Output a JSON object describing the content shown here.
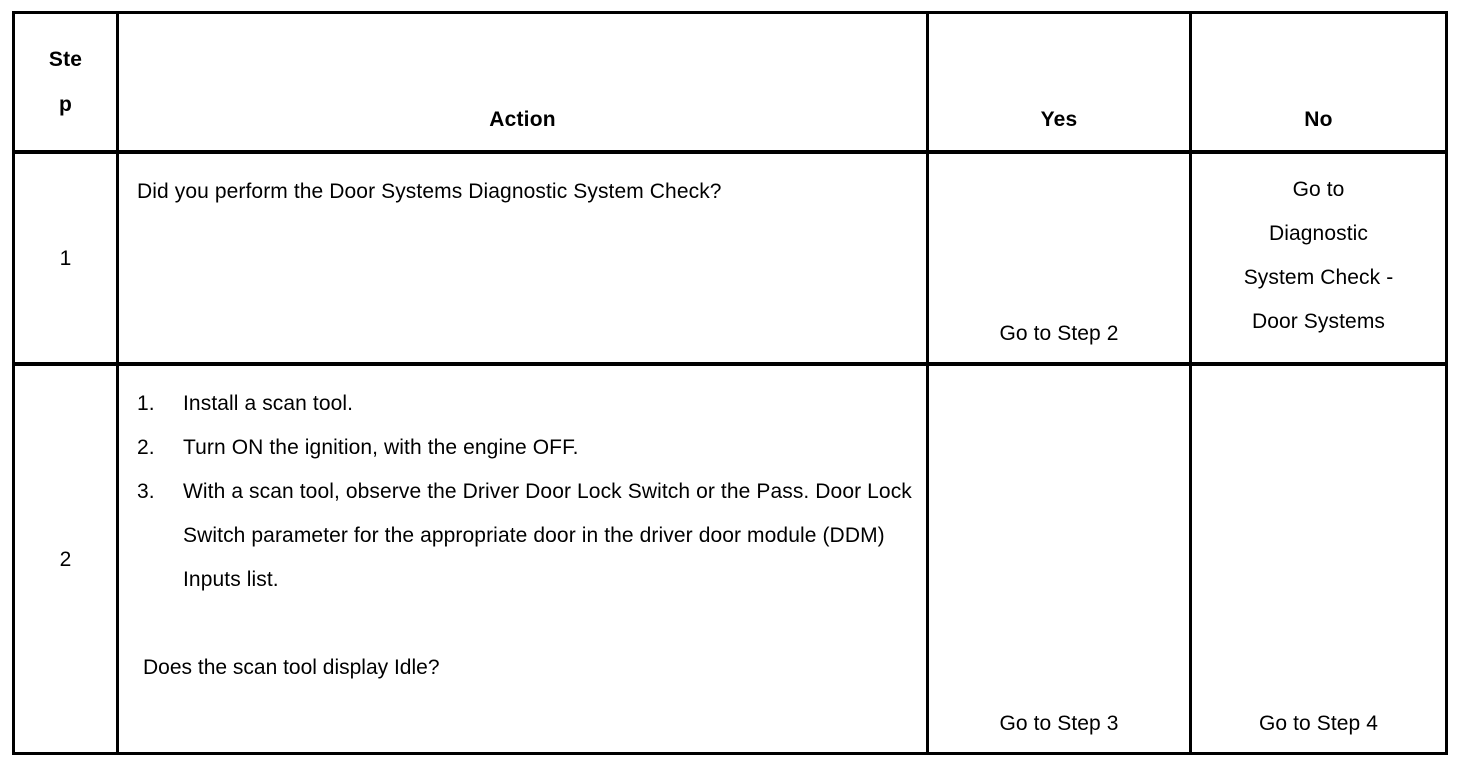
{
  "table": {
    "headers": {
      "step": "Step",
      "action": "Action",
      "yes": "Yes",
      "no": "No"
    },
    "rows": [
      {
        "step": "1",
        "action": {
          "type": "paragraph",
          "text": "Did you perform the Door Systems Diagnostic System Check?"
        },
        "yes": "Go to Step 2",
        "no": "Go to Diagnostic System Check - Door Systems",
        "no_lines": [
          "Go to",
          "Diagnostic",
          "System Check -",
          "Door Systems"
        ],
        "yes_align": "bottom",
        "no_align": "top"
      },
      {
        "step": "2",
        "action": {
          "type": "numbered-list",
          "items": [
            {
              "marker": "1.",
              "text": "Install a scan tool."
            },
            {
              "marker": "2.",
              "text": "Turn ON the ignition, with the engine OFF."
            },
            {
              "marker": "3.",
              "text": "With a scan tool, observe the Driver Door Lock Switch or the Pass. Door Lock Switch parameter for the appropriate door in the driver door module (DDM) Inputs list."
            }
          ],
          "question": "Does the scan tool display Idle?"
        },
        "yes": "Go to Step 3",
        "no": "Go to Step 4",
        "yes_align": "bottom",
        "no_align": "bottom"
      }
    ]
  },
  "style": {
    "border_color": "#000000",
    "text_color": "#000000",
    "background": "#ffffff"
  }
}
